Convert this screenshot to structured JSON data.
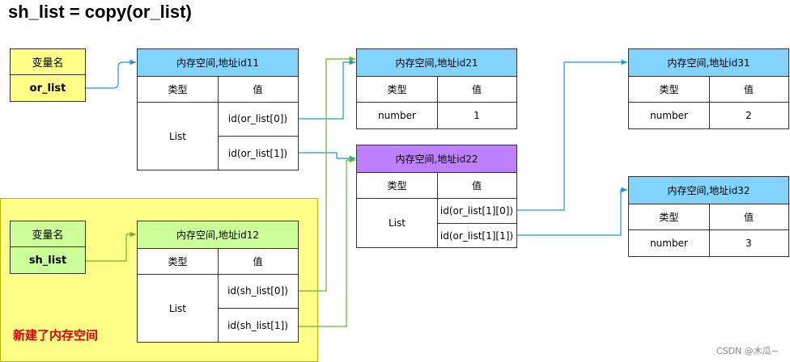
{
  "title": "sh_list = copy(or_list)",
  "region_label": "新建了内存空间",
  "watermark": "CSDN @木瓜~",
  "colors": {
    "variable_fill": "#ffff88",
    "green_fill": "#ccff99",
    "blue_fill": "#80d4ff",
    "purple_fill": "#bf80ff",
    "region_fill": "#ffff88",
    "blue_arrow": "#1b9ad4",
    "green_arrow": "#66b82e",
    "label_red": "#e00000"
  },
  "var_or": {
    "header": "变量名",
    "name": "or_list"
  },
  "var_sh": {
    "header": "变量名",
    "name": "sh_list"
  },
  "mem11": {
    "title": "内存空间,地址id11",
    "col_type": "类型",
    "col_value": "值",
    "type": "List",
    "values": [
      "id(or_list[0])",
      "id(or_list[1])"
    ]
  },
  "mem12": {
    "title": "内存空间,地址id12",
    "col_type": "类型",
    "col_value": "值",
    "type": "List",
    "values": [
      "id(sh_list[0])",
      "id(sh_list[1])"
    ]
  },
  "mem21": {
    "title": "内存空间,地址id21",
    "col_type": "类型",
    "col_value": "值",
    "type": "number",
    "value": "1"
  },
  "mem22": {
    "title": "内存空间,地址id22",
    "col_type": "类型",
    "col_value": "值",
    "type": "List",
    "values": [
      "id(or_list[1][0])",
      "id(or_list[1][1])"
    ]
  },
  "mem31": {
    "title": "内存空间,地址id31",
    "col_type": "类型",
    "col_value": "值",
    "type": "number",
    "value": "2"
  },
  "mem32": {
    "title": "内存空间,地址id32",
    "col_type": "类型",
    "col_value": "值",
    "type": "number",
    "value": "3"
  }
}
